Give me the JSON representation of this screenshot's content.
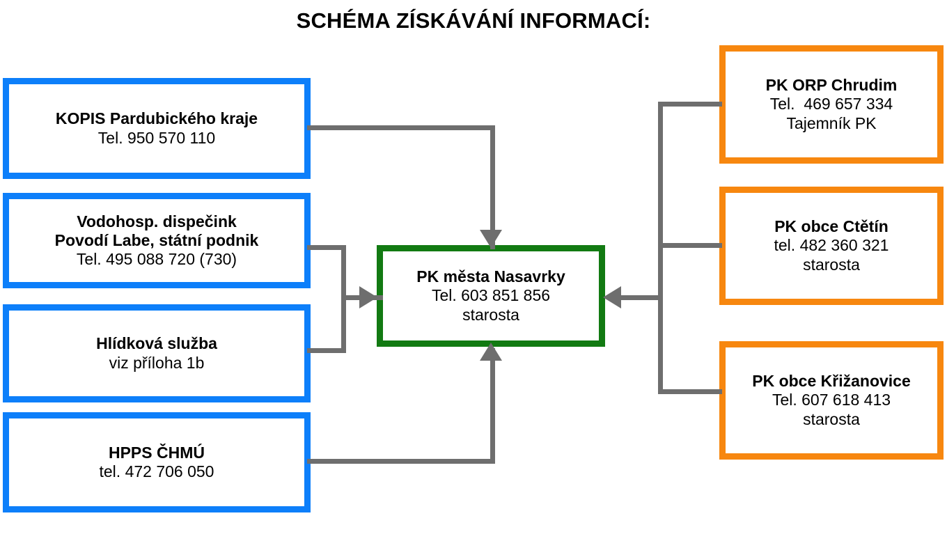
{
  "title": "SCHÉMA ZÍSKÁVÁNÍ INFORMACÍ:",
  "colors": {
    "blue": "#0d7ffa",
    "green": "#127a12",
    "orange": "#f7870f",
    "connector": "#6e6e6e",
    "text": "#000000",
    "background": "#ffffff"
  },
  "sources": [
    {
      "id": "kopis",
      "name": "KOPIS Pardubického kraje",
      "phone": "Tel. 950 570 110",
      "role": "",
      "border_color": "#0d7ffa"
    },
    {
      "id": "vodohosp",
      "name": "Vodohosp. dispečink",
      "name2": "Povodí Labe, státní podnik",
      "phone": "Tel. 495 088 720 (730)",
      "role": "",
      "border_color": "#0d7ffa"
    },
    {
      "id": "hlidkova",
      "name": "Hlídková služba",
      "phone": "viz příloha 1b",
      "role": "",
      "border_color": "#0d7ffa"
    },
    {
      "id": "hpps",
      "name": "HPPS ČHMÚ",
      "phone": "tel. 472 706 050",
      "role": "",
      "border_color": "#0d7ffa"
    }
  ],
  "center": {
    "id": "pk-nasavrky",
    "name": "PK města Nasavrky",
    "phone": "Tel. 603 851 856",
    "role": "starosta",
    "border_color": "#127a12"
  },
  "partners": [
    {
      "id": "orp-chrudim",
      "name": "PK ORP Chrudim",
      "phone": "Tel.  469 657 334",
      "role": "Tajemník PK",
      "border_color": "#f7870f"
    },
    {
      "id": "obce-ctetin",
      "name": "PK obce Ctětín",
      "phone": "tel. 482 360 321",
      "role": "starosta",
      "border_color": "#f7870f"
    },
    {
      "id": "obce-krizanovice",
      "name": "PK obce Křižanovice",
      "phone": "Tel. 607 618 413",
      "role": "starosta",
      "border_color": "#f7870f"
    }
  ]
}
